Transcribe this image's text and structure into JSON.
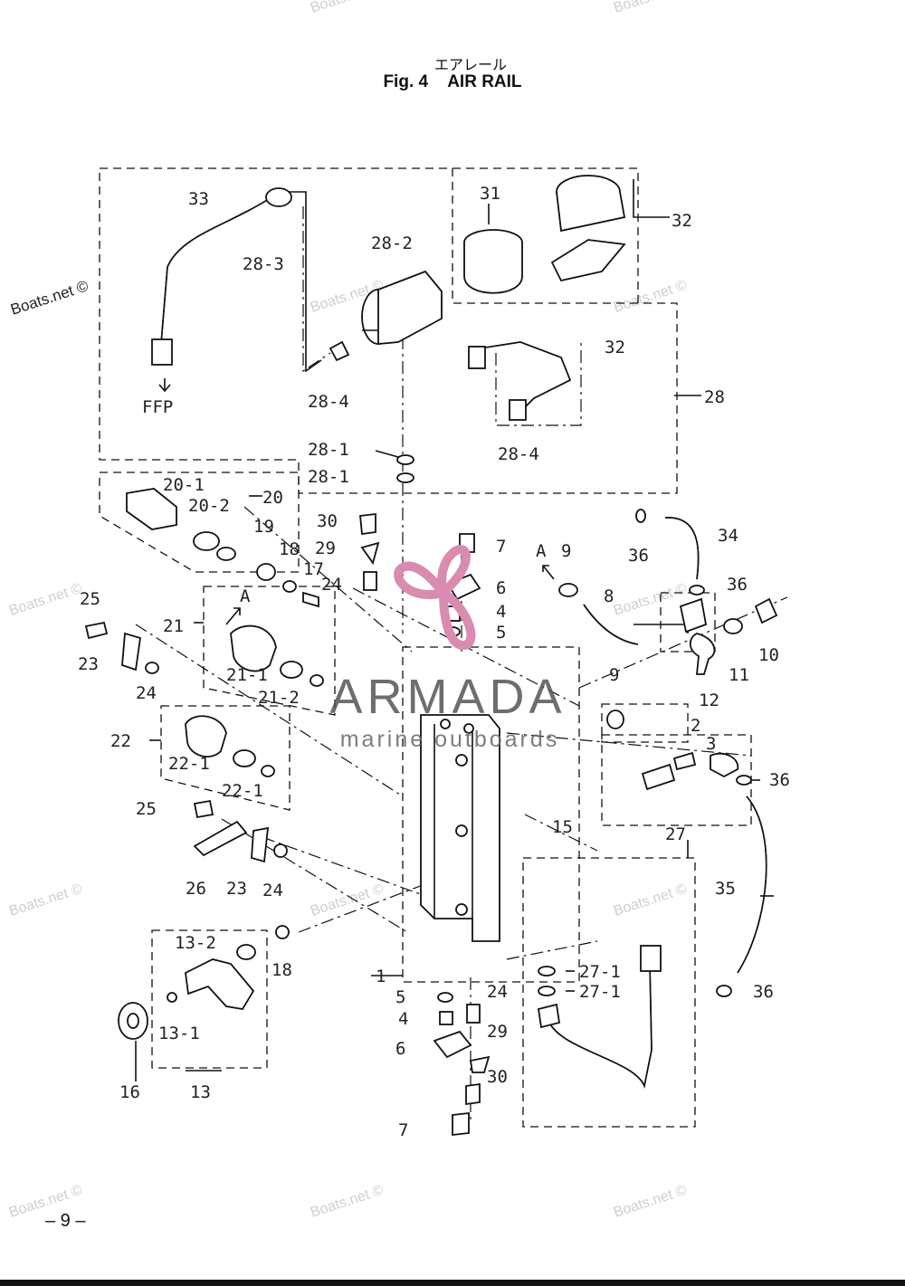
{
  "header": {
    "title_jp": "エアレール",
    "title_en_prefix": "Fig. 4",
    "title_en_name": "AIR RAIL"
  },
  "page_number": "– 9 –",
  "watermarks": {
    "side": "Boats.net ©",
    "tile": "Boats.net ©"
  },
  "brand": {
    "name": "ARMADA",
    "tagline": "marine outboards",
    "logo_color": "#d98bb0"
  },
  "annotations": {
    "ffp": "FFP",
    "arrow_a": "A"
  },
  "callouts": [
    {
      "id": "33",
      "text": "33"
    },
    {
      "id": "28-3",
      "text": "28-3"
    },
    {
      "id": "28-2",
      "text": "28-2"
    },
    {
      "id": "28-4a",
      "text": "28-4"
    },
    {
      "id": "31",
      "text": "31"
    },
    {
      "id": "32a",
      "text": "32"
    },
    {
      "id": "32b",
      "text": "32"
    },
    {
      "id": "28",
      "text": "28"
    },
    {
      "id": "28-1a",
      "text": "28-1"
    },
    {
      "id": "28-1b",
      "text": "28-1"
    },
    {
      "id": "28-4b",
      "text": "28-4"
    },
    {
      "id": "20-1",
      "text": "20-1"
    },
    {
      "id": "20-2",
      "text": "20-2"
    },
    {
      "id": "20",
      "text": "20"
    },
    {
      "id": "30a",
      "text": "30"
    },
    {
      "id": "29a",
      "text": "29"
    },
    {
      "id": "19",
      "text": "19"
    },
    {
      "id": "18a",
      "text": "18"
    },
    {
      "id": "17",
      "text": "17"
    },
    {
      "id": "24a",
      "text": "24"
    },
    {
      "id": "7a",
      "text": "7"
    },
    {
      "id": "6a",
      "text": "6"
    },
    {
      "id": "4a",
      "text": "4"
    },
    {
      "id": "5a",
      "text": "5"
    },
    {
      "id": "9a",
      "text": "9"
    },
    {
      "id": "36a",
      "text": "36"
    },
    {
      "id": "34",
      "text": "34"
    },
    {
      "id": "36b",
      "text": "36"
    },
    {
      "id": "8",
      "text": "8"
    },
    {
      "id": "10",
      "text": "10"
    },
    {
      "id": "11",
      "text": "11"
    },
    {
      "id": "12",
      "text": "12"
    },
    {
      "id": "25a",
      "text": "25"
    },
    {
      "id": "21",
      "text": "21"
    },
    {
      "id": "23a",
      "text": "23"
    },
    {
      "id": "24b",
      "text": "24"
    },
    {
      "id": "21-1",
      "text": "21-1"
    },
    {
      "id": "21-2",
      "text": "21-2"
    },
    {
      "id": "9b",
      "text": "9"
    },
    {
      "id": "22",
      "text": "22"
    },
    {
      "id": "22-1a",
      "text": "22-1"
    },
    {
      "id": "22-1b",
      "text": "22-1"
    },
    {
      "id": "2",
      "text": "2"
    },
    {
      "id": "3",
      "text": "3"
    },
    {
      "id": "36c",
      "text": "36"
    },
    {
      "id": "25b",
      "text": "25"
    },
    {
      "id": "15",
      "text": "15"
    },
    {
      "id": "26",
      "text": "26"
    },
    {
      "id": "23b",
      "text": "23"
    },
    {
      "id": "24c",
      "text": "24"
    },
    {
      "id": "27",
      "text": "27"
    },
    {
      "id": "35",
      "text": "35"
    },
    {
      "id": "13-2",
      "text": "13-2"
    },
    {
      "id": "18b",
      "text": "18"
    },
    {
      "id": "1",
      "text": "1"
    },
    {
      "id": "27-1a",
      "text": "27-1"
    },
    {
      "id": "27-1b",
      "text": "27-1"
    },
    {
      "id": "36d",
      "text": "36"
    },
    {
      "id": "5b",
      "text": "5"
    },
    {
      "id": "24d",
      "text": "24"
    },
    {
      "id": "4b",
      "text": "4"
    },
    {
      "id": "13-1",
      "text": "13-1"
    },
    {
      "id": "29b",
      "text": "29"
    },
    {
      "id": "6b",
      "text": "6"
    },
    {
      "id": "30b",
      "text": "30"
    },
    {
      "id": "16",
      "text": "16"
    },
    {
      "id": "13",
      "text": "13"
    },
    {
      "id": "7b",
      "text": "7"
    }
  ]
}
